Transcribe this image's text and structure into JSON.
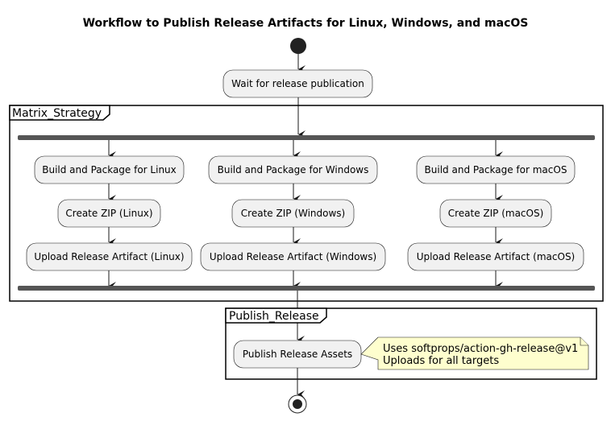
{
  "title": "Workflow to Publish Release Artifacts for Linux, Windows, and macOS",
  "wait_step": "Wait for release publication",
  "matrix": {
    "label": "Matrix_Strategy",
    "branches": [
      {
        "build": "Build and Package for Linux",
        "zip": "Create ZIP (Linux)",
        "upload": "Upload Release Artifact (Linux)"
      },
      {
        "build": "Build and Package for Windows",
        "zip": "Create ZIP (Windows)",
        "upload": "Upload Release Artifact (Windows)"
      },
      {
        "build": "Build and Package for macOS",
        "zip": "Create ZIP (macOS)",
        "upload": "Upload Release Artifact (macOS)"
      }
    ]
  },
  "publish": {
    "label": "Publish_Release",
    "step": "Publish Release Assets",
    "note_lines": [
      "Uses softprops/action-gh-release@v1",
      "Uploads for all targets"
    ]
  }
}
